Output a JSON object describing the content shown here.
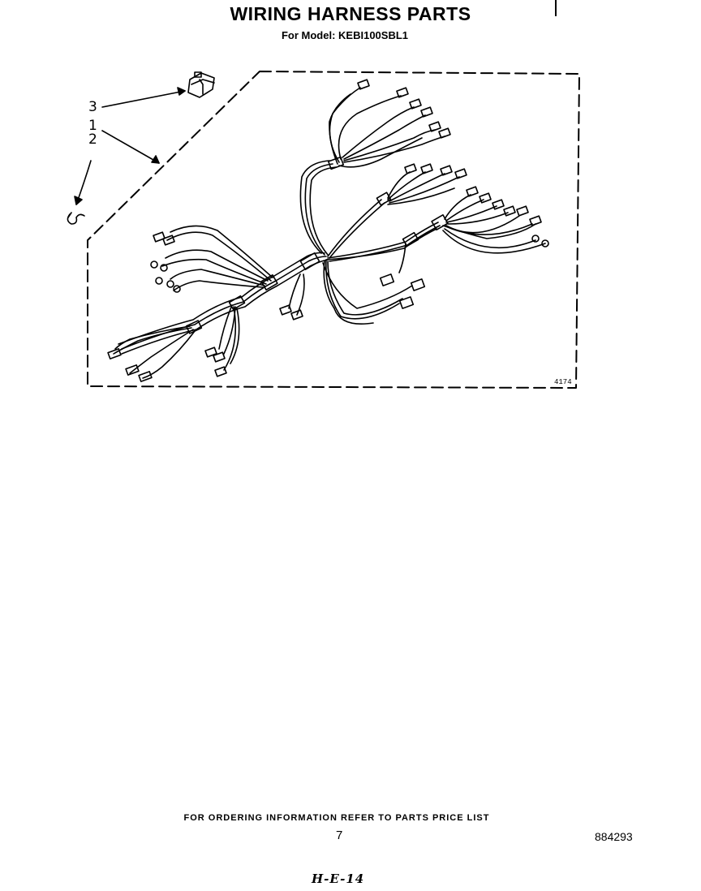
{
  "header": {
    "title": "WIRING HARNESS PARTS",
    "subtitle": "For Model: KEBI100SBL1"
  },
  "diagram": {
    "callouts": [
      "3",
      "1",
      "2"
    ],
    "figure_number": "4174"
  },
  "footer": {
    "ordering_note": "FOR ORDERING INFORMATION REFER TO PARTS PRICE LIST",
    "page_number": "7",
    "document_number": "884293",
    "handwritten_note": "H-E-14"
  }
}
